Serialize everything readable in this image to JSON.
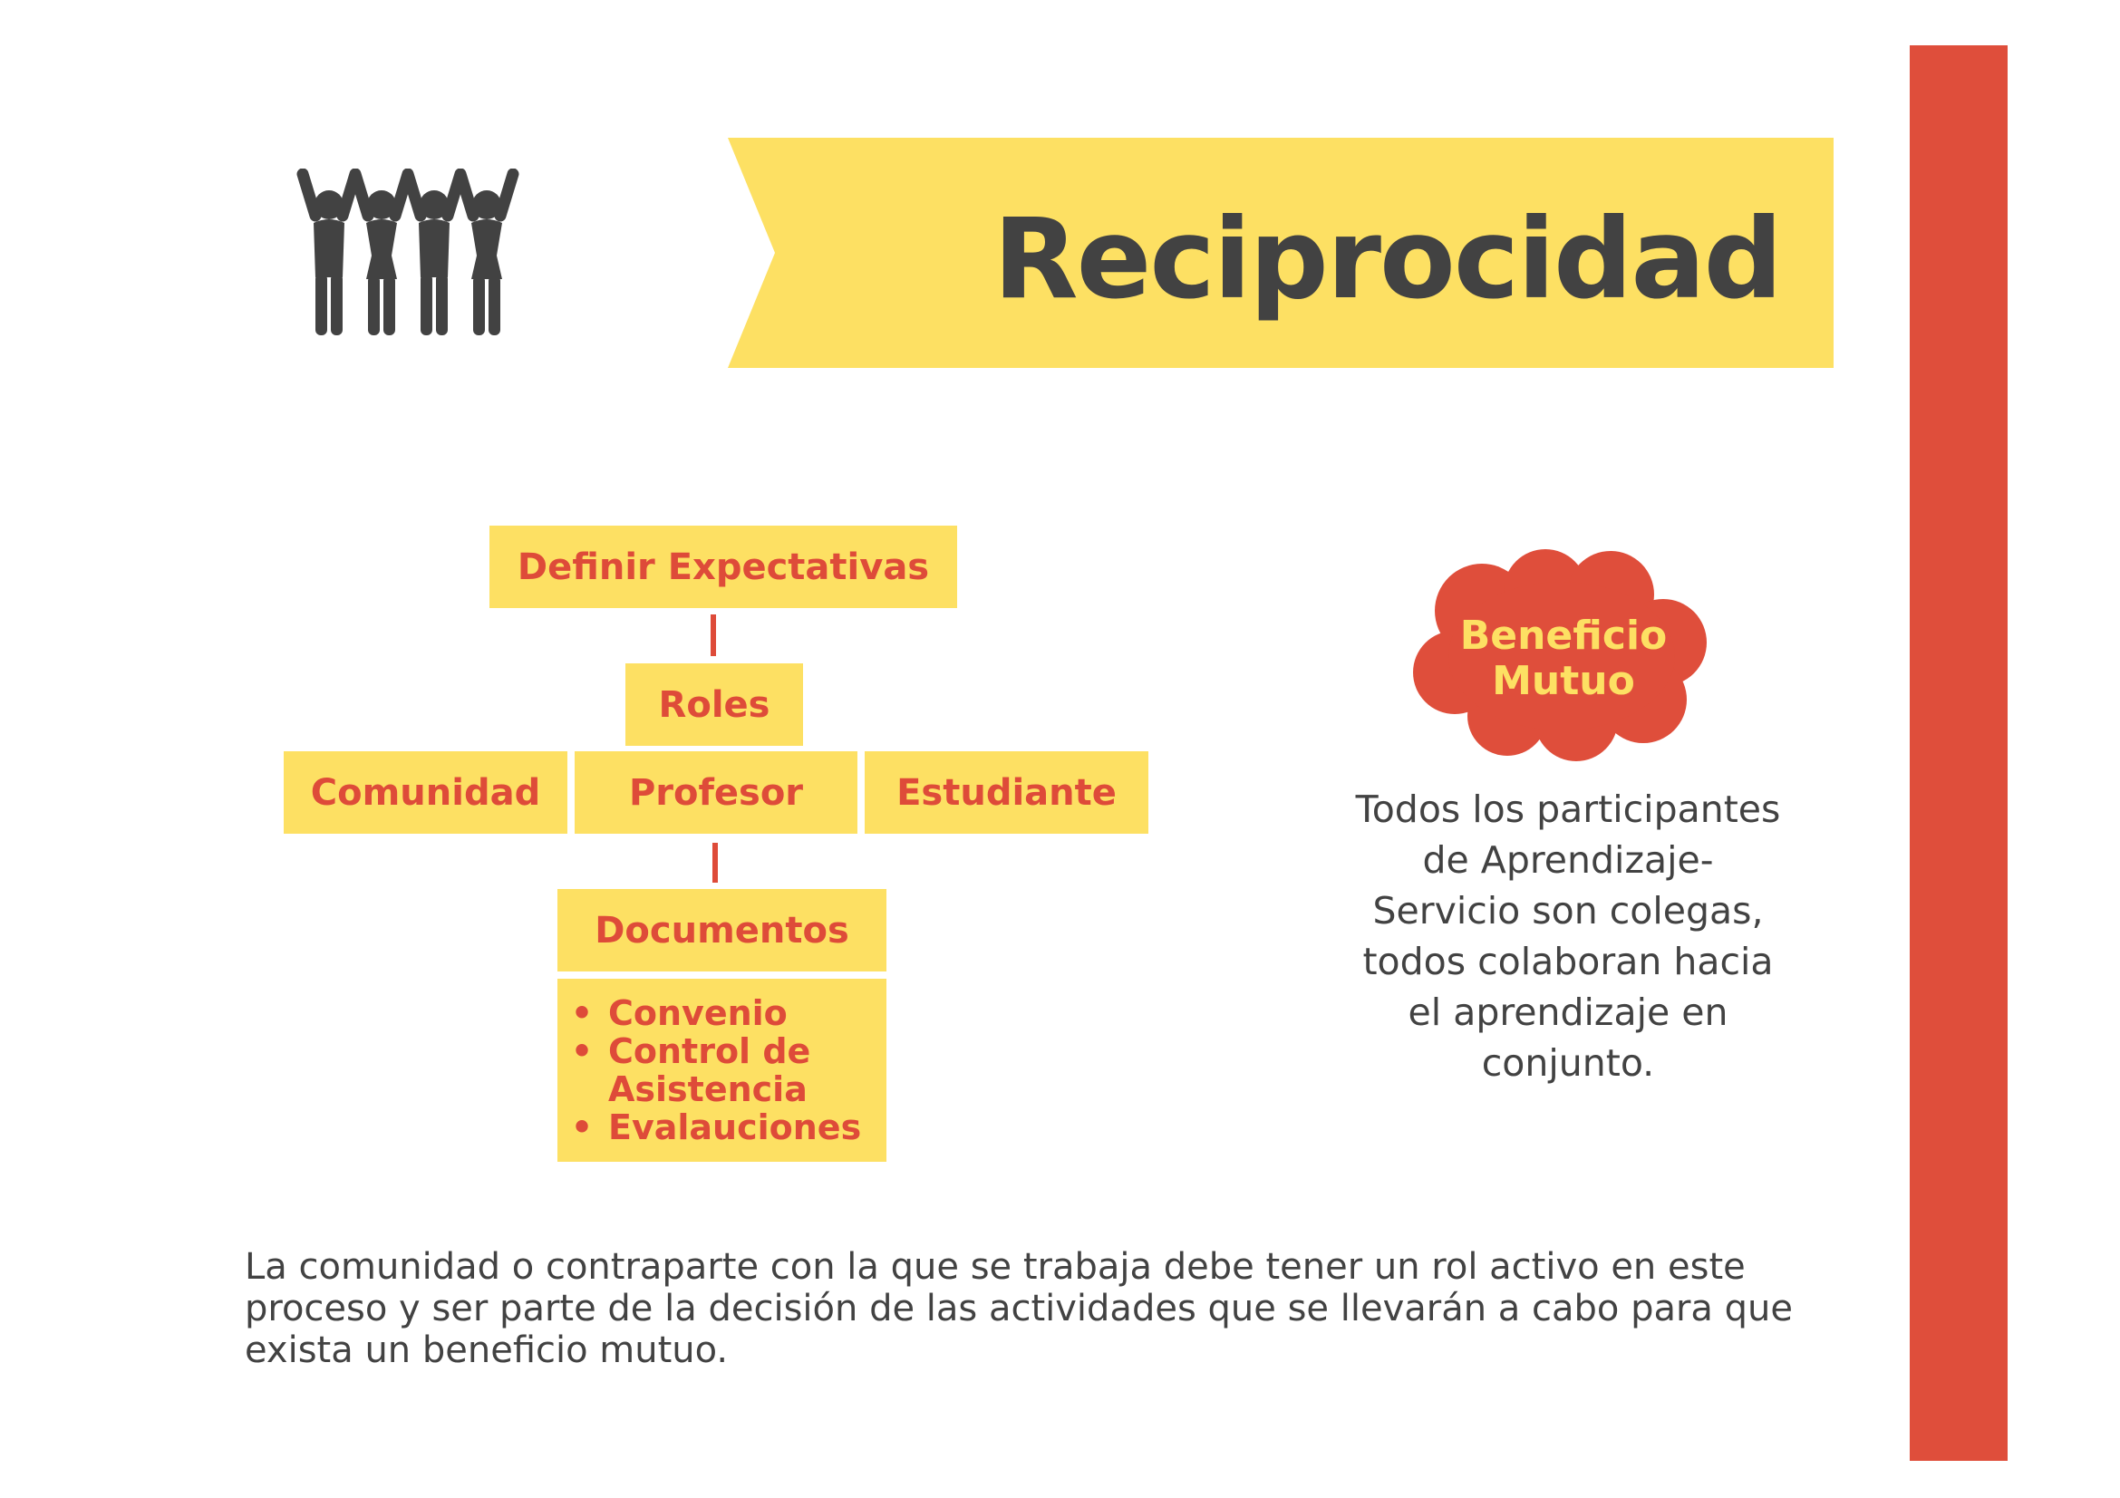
{
  "colors": {
    "accent_red": "#df4e3b",
    "accent_yellow": "#fde063",
    "text_dark": "#424242",
    "background": "#ffffff"
  },
  "header": {
    "icon": "people-holding-hands-icon",
    "title": "Reciprocidad"
  },
  "diagram": {
    "definir": "Definir Expectativas",
    "roles": "Roles",
    "comunidad": "Comunidad",
    "profesor": "Profesor",
    "estudiante": "Estudiante",
    "documentos": "Documentos",
    "document_items": [
      "Convenio",
      "Control de Asistencia",
      "Evalauciones"
    ]
  },
  "cloud": {
    "line1": "Beneficio",
    "line2": "Mutuo"
  },
  "side_text": {
    "lines": [
      "Todos los participantes",
      "de Aprendizaje-",
      "Servicio son colegas,",
      "todos colaboran hacia",
      "el aprendizaje en",
      "conjunto."
    ]
  },
  "bottom_text": {
    "lines": [
      "La comunidad o contraparte con la que se trabaja debe tener un rol activo en este",
      "proceso y ser parte de la decisión de las actividades que se llevarán a cabo para que",
      "exista un beneficio mutuo."
    ]
  }
}
